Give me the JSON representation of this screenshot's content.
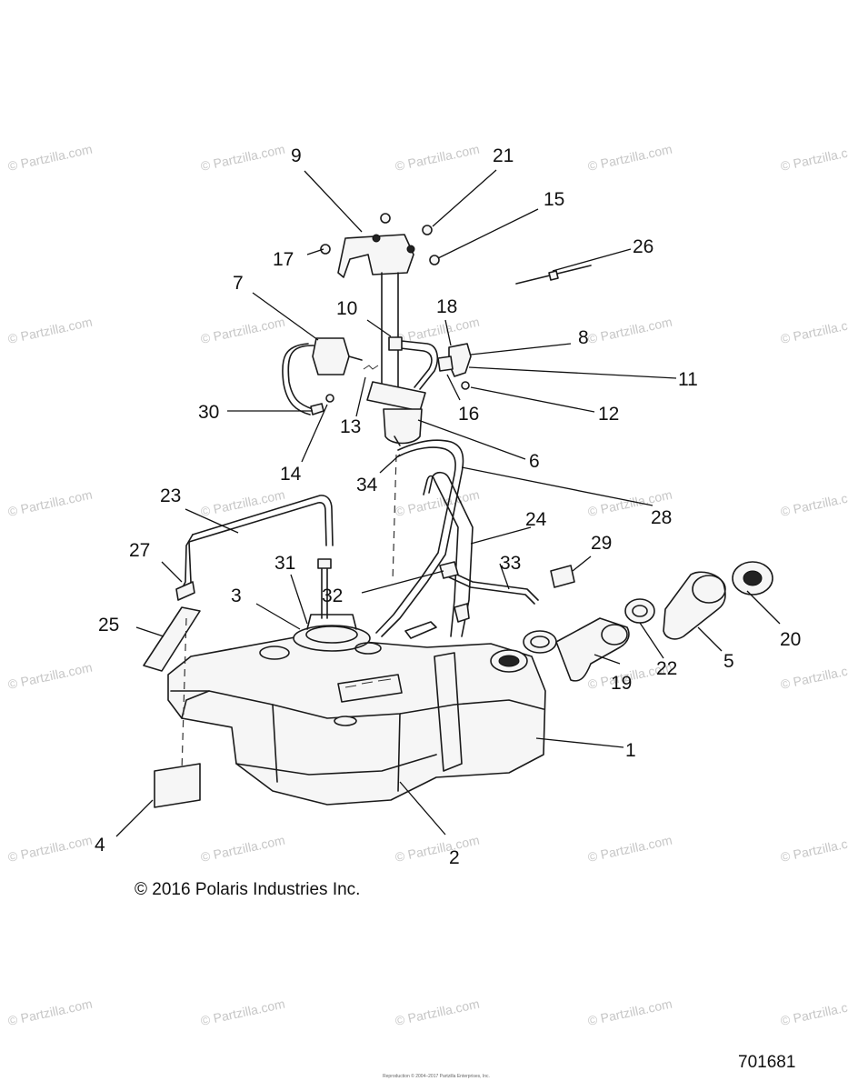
{
  "watermark": "© Partzilla.com",
  "copyright": "© 2016 Polaris Industries Inc.",
  "diagram_id": "701681",
  "fine_print": "Reproduction © 2004–2017 Partzilla Enterprises, Inc.",
  "callouts": [
    "1",
    "2",
    "3",
    "4",
    "5",
    "6",
    "7",
    "8",
    "9",
    "10",
    "11",
    "12",
    "13",
    "14",
    "15",
    "16",
    "17",
    "18",
    "19",
    "20",
    "21",
    "22",
    "23",
    "24",
    "25",
    "26",
    "27",
    "28",
    "29",
    "30",
    "31",
    "32",
    "33",
    "34"
  ]
}
